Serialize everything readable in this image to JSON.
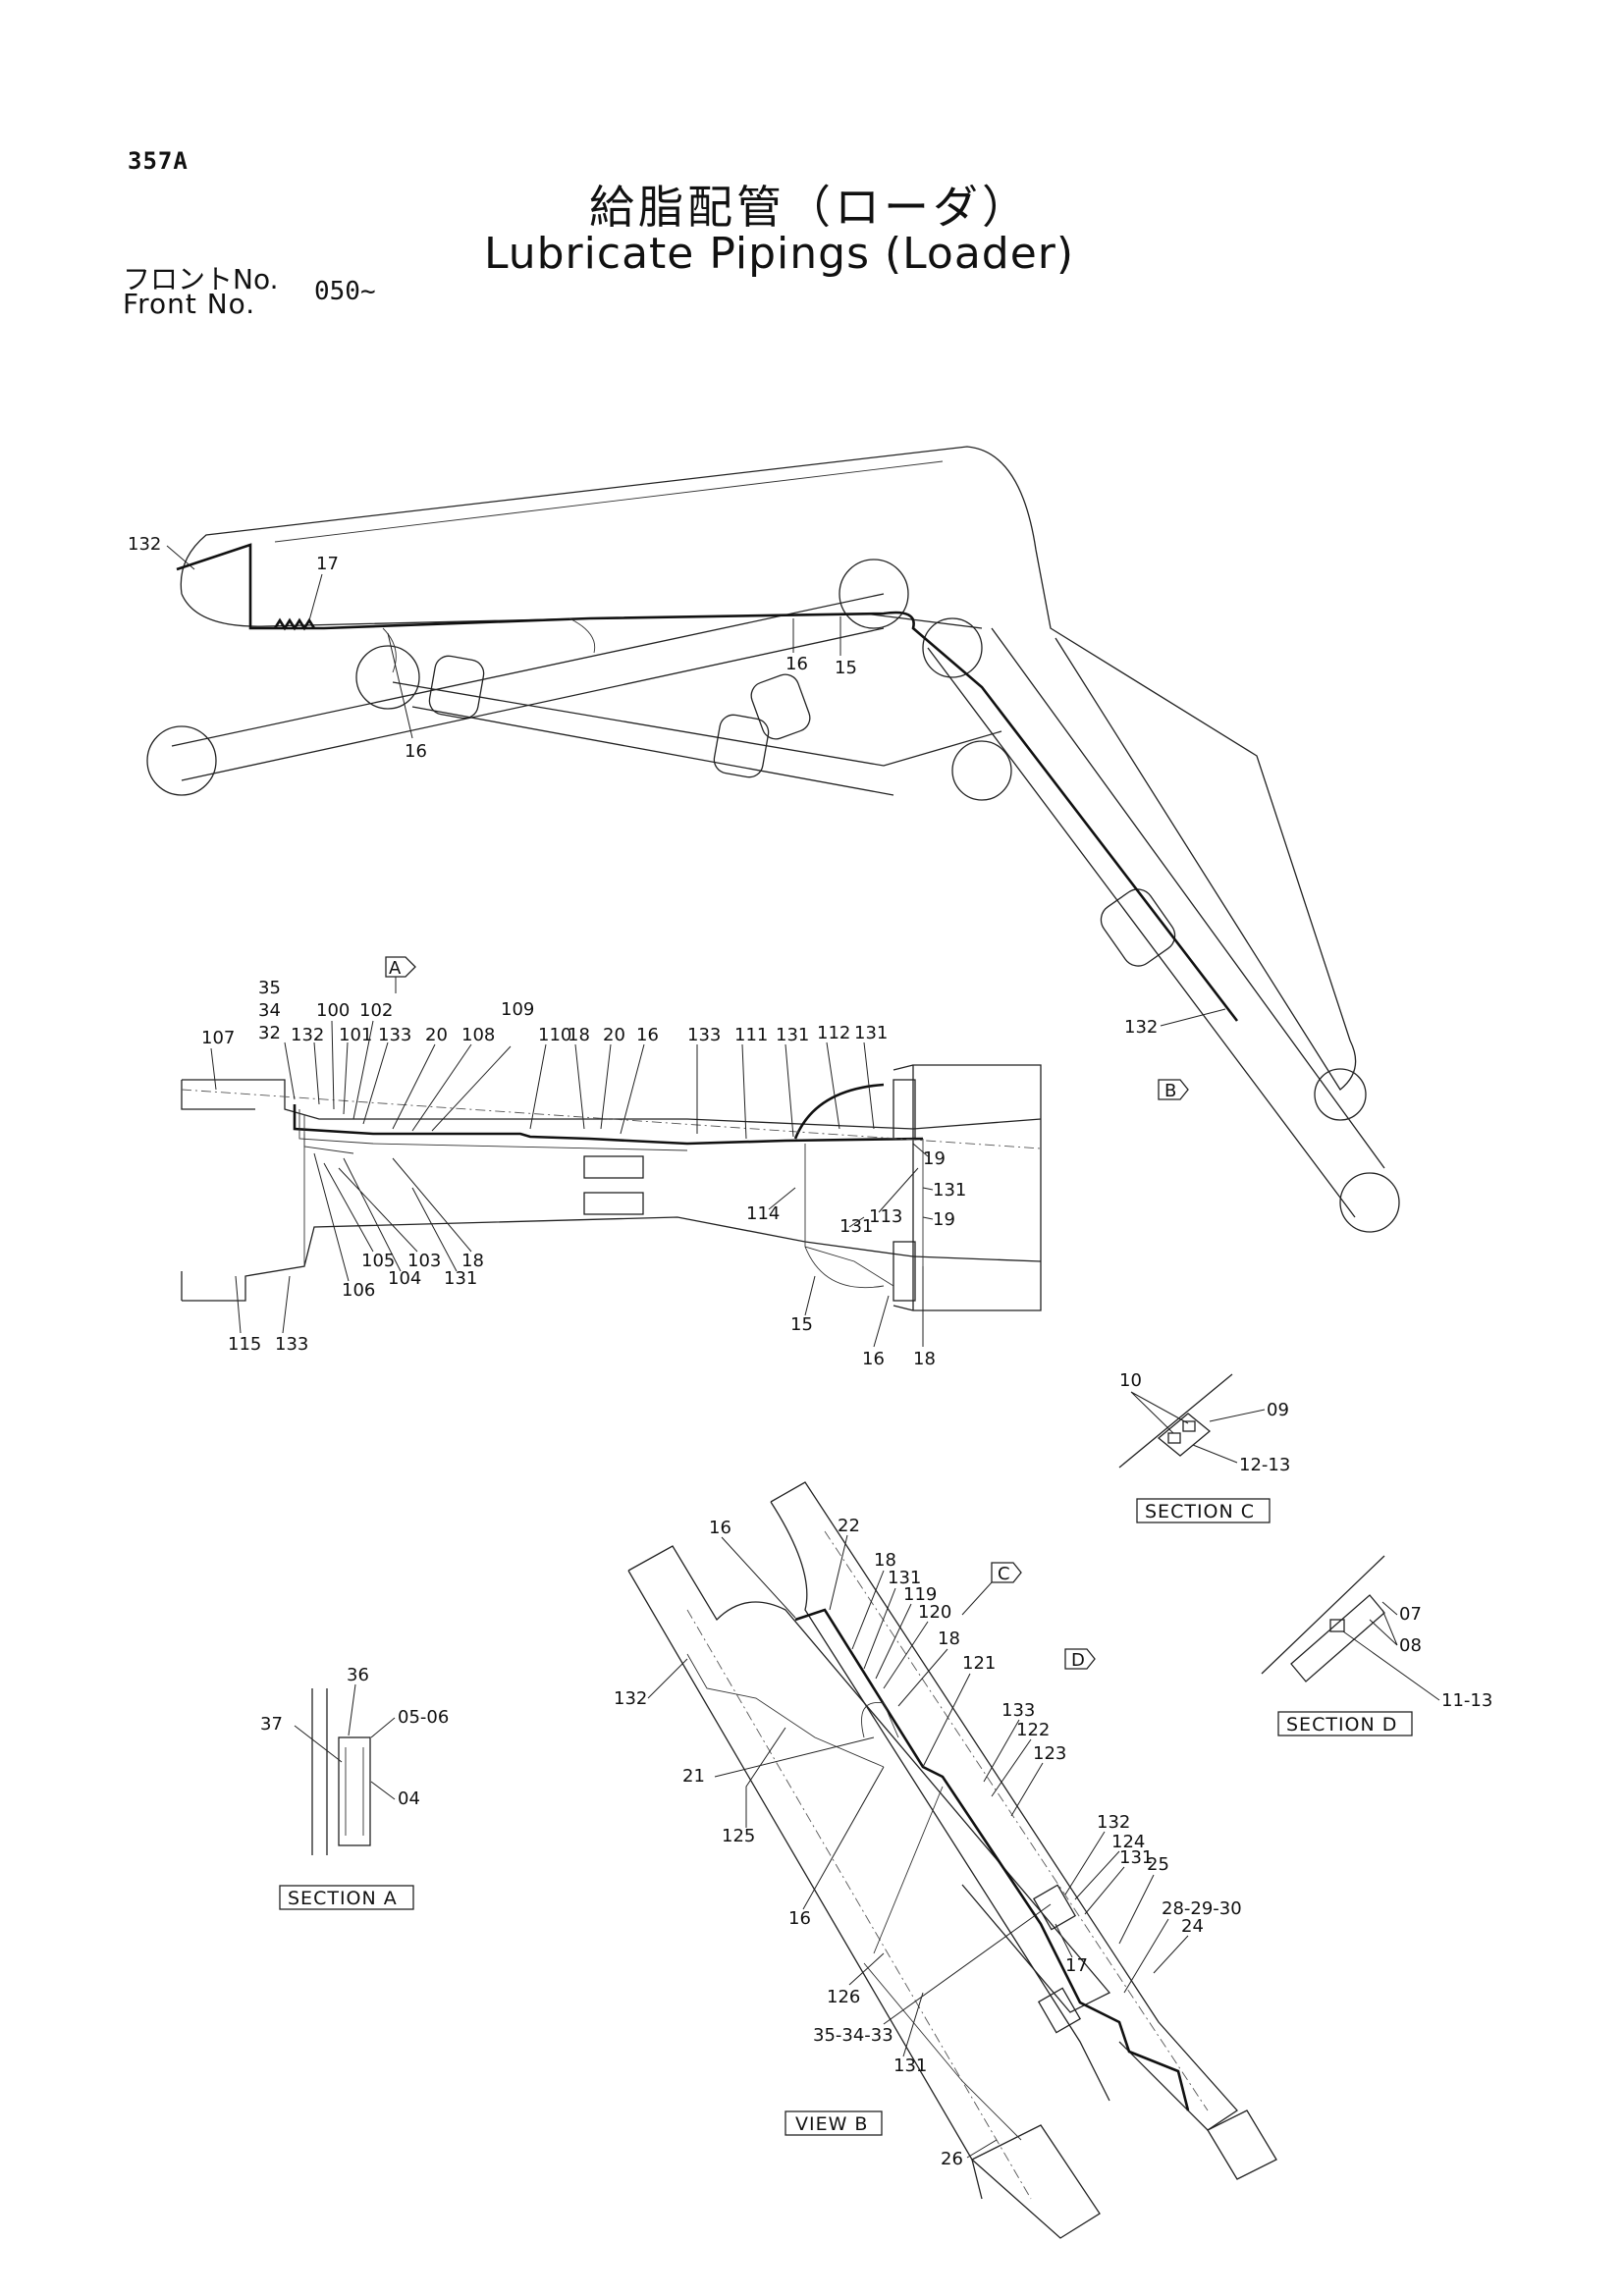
{
  "header": {
    "page_code": "357A",
    "title_ja": "給脂配管（ローダ）",
    "title_en": "Lubricate Pipings (Loader)",
    "front_label_ja": "フロントNo.",
    "front_label_en": "Front   No.",
    "front_value": "050~"
  },
  "views": {
    "section_a": "SECTION A",
    "section_c": "SECTION C",
    "section_d": "SECTION D",
    "view_b": "VIEW B"
  },
  "markers": {
    "a": "A",
    "b": "B",
    "c": "C",
    "d": "D"
  },
  "callouts": {
    "main_view": [
      "132",
      "17",
      "16",
      "16",
      "15",
      "132"
    ],
    "plan_view": [
      "35",
      "34",
      "32",
      "107",
      "100",
      "102",
      "132",
      "101",
      "133",
      "20",
      "108",
      "109",
      "110",
      "18",
      "20",
      "16",
      "133",
      "111",
      "131",
      "112",
      "131",
      "19",
      "114",
      "113",
      "131",
      "19",
      "131",
      "105",
      "103",
      "104",
      "18",
      "131",
      "106",
      "115",
      "133",
      "15",
      "16",
      "18"
    ],
    "section_c": [
      "10",
      "09",
      "12-13"
    ],
    "section_d": [
      "07",
      "08",
      "11-13"
    ],
    "section_a": [
      "36",
      "37",
      "05-06",
      "04"
    ],
    "view_b": [
      "16",
      "22",
      "18",
      "131",
      "119",
      "120",
      "18",
      "121",
      "132",
      "133",
      "122",
      "123",
      "21",
      "125",
      "16",
      "132",
      "124",
      "131",
      "25",
      "28-29-30",
      "24",
      "17",
      "126",
      "35-34-33",
      "131",
      "26"
    ]
  }
}
